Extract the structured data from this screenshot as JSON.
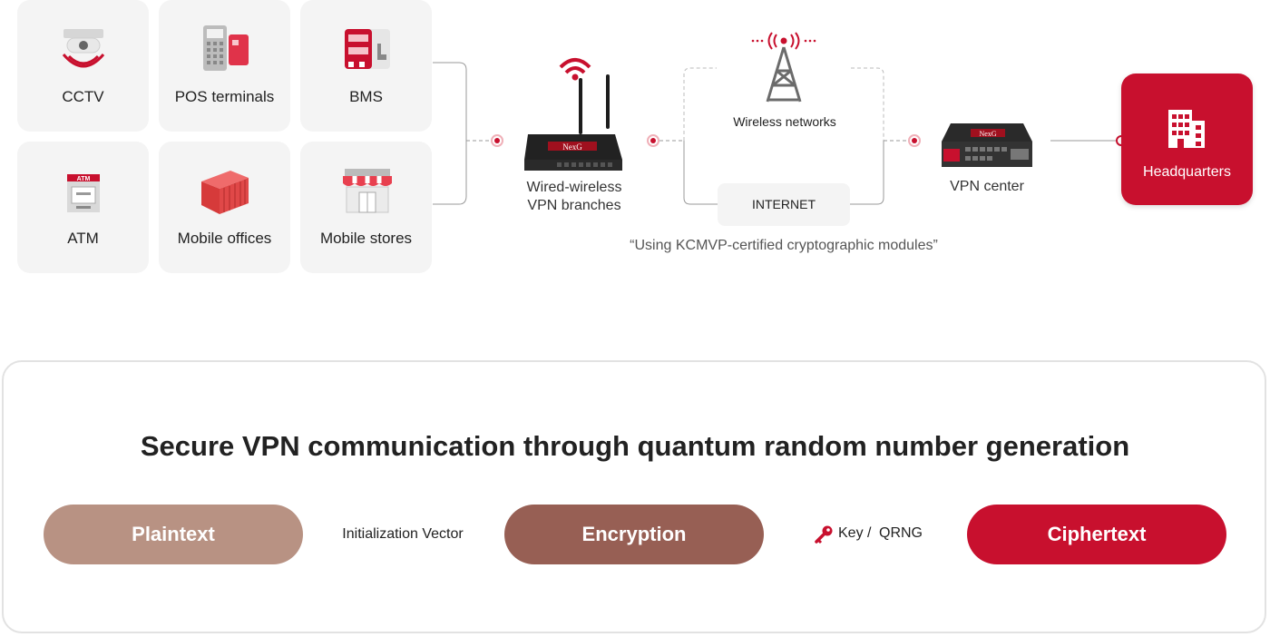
{
  "devices": {
    "cctv": "CCTV",
    "pos": "POS terminals",
    "bms": "BMS",
    "atm": "ATM",
    "mobile_offices": "Mobile offices",
    "mobile_stores": "Mobile stores",
    "atm_sign": "ATM"
  },
  "branch": {
    "label_line1": "Wired-wireless",
    "label_line2": "VPN branches",
    "brand": "NexG"
  },
  "network": {
    "wireless": "Wireless networks",
    "internet": "INTERNET",
    "note": "“Using KCMVP-certified cryptographic modules”"
  },
  "center": {
    "label": "VPN center",
    "brand": "NexG"
  },
  "hq": {
    "label": "Headquarters"
  },
  "qrng": {
    "title": "Secure VPN communication through quantum random number generation",
    "plaintext": "Plaintext",
    "iv": "Initialization Vector",
    "encryption": "Encryption",
    "key": "Key",
    "separator": "/",
    "qrng": "QRNG",
    "ciphertext": "Ciphertext"
  },
  "colors": {
    "accent": "#c8102e",
    "plaintext": "#b89283",
    "encryption": "#975f54",
    "tile_bg": "#f4f4f4"
  }
}
